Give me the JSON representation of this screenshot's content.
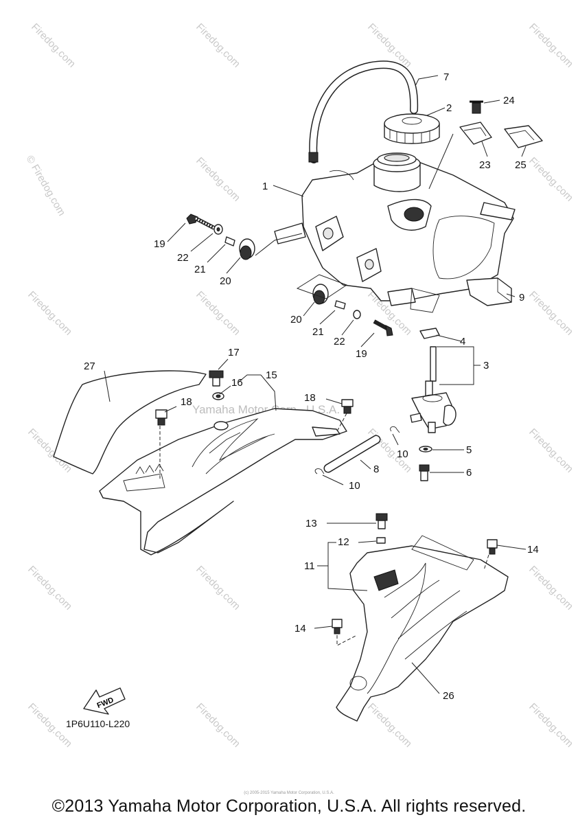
{
  "watermark": {
    "site": "© Firedog.com",
    "short": "Firedog.com",
    "center": "Yamaha Motor Corp., U.S.A."
  },
  "callouts": [
    "1",
    "2",
    "3",
    "4",
    "5",
    "6",
    "7",
    "8",
    "9",
    "10",
    "10",
    "11",
    "12",
    "13",
    "14",
    "14",
    "15",
    "16",
    "17",
    "18",
    "18",
    "19",
    "19",
    "20",
    "20",
    "21",
    "21",
    "22",
    "22",
    "23",
    "24",
    "25",
    "26",
    "27"
  ],
  "fwd_label": "FWD",
  "diagram_code": "1P6U110-L220",
  "tiny_notice": "(c) 2005-2015 Yamaha Motor Corporation, U.S.A.",
  "copyright": "©2013 Yamaha Motor Corporation, U.S.A. All rights reserved."
}
